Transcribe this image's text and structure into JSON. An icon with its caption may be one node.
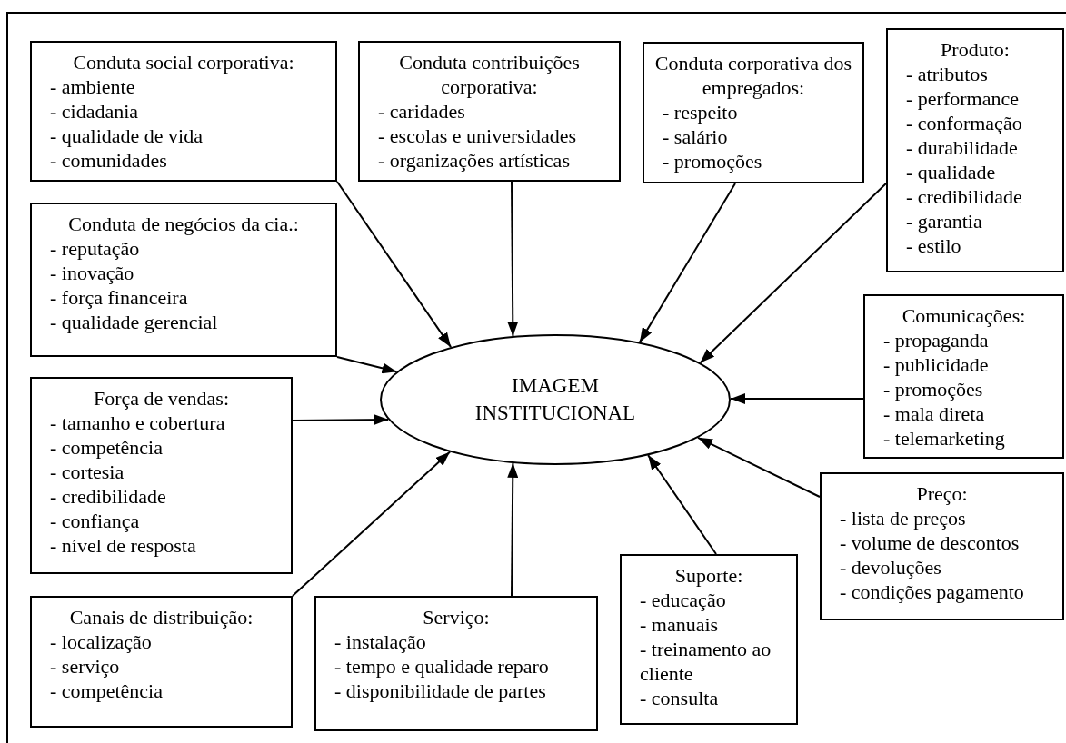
{
  "diagram": {
    "nodes": [
      {
        "text": [
          "Conduta social corporativa:",
          "- ambiente",
          "- cidadania",
          "- qualidade de vida",
          "- comunidades"
        ]
      },
      {
        "text": [
          "Conduta contribuições corporativa:",
          "- caridades",
          "- escolas e universidades",
          "- organizações artísticas"
        ]
      },
      {
        "text": [
          "Conduta corporativa dos empregados:",
          "- respeito",
          "- salário",
          "- promoções"
        ]
      },
      {
        "text": [
          "Produto:",
          "- atributos",
          "- performance",
          "- conformação",
          "- durabilidade",
          "- qualidade",
          "- credibilidade",
          "- garantia",
          "- estilo"
        ]
      },
      {
        "text": [
          "Conduta de negócios da cia.:",
          "- reputação",
          "- inovação",
          "- força financeira",
          "- qualidade gerencial"
        ]
      },
      {
        "text": [
          "IMAGEM INSTITUCIONAL"
        ]
      },
      {
        "text": [
          "Comunicações:",
          "- propaganda",
          "- publicidade",
          "- promoções",
          "- mala direta",
          "- telemarketing"
        ]
      },
      {
        "text": [
          "Força de vendas:",
          "- tamanho e cobertura",
          "- competência",
          "- cortesia",
          "- credibilidade",
          "- confiança",
          "- nível de resposta"
        ]
      },
      {
        "text": [
          "Preço:",
          "- lista de preços",
          "- volume de descontos",
          "- devoluções",
          "- condições pagamento"
        ]
      },
      {
        "text": [
          "Canais de distribuição:",
          "- localização",
          "- serviço",
          "- competência"
        ]
      },
      {
        "text": [
          "Serviço:",
          "- instalação",
          "- tempo e qualidade reparo",
          "- disponibilidade de partes"
        ]
      },
      {
        "text": [
          "Suporte:",
          "- educação",
          "- manuais",
          "- treinamento ao cliente",
          "- consulta"
        ]
      }
    ],
    "edges": [
      {
        "from": 0,
        "to": 5,
        "arrow": "to"
      },
      {
        "from": 1,
        "to": 5,
        "arrow": "to"
      },
      {
        "from": 2,
        "to": 5,
        "arrow": "to"
      },
      {
        "from": 3,
        "to": 5,
        "arrow": "to"
      },
      {
        "from": 4,
        "to": 5,
        "arrow": "to"
      },
      {
        "from": 6,
        "to": 5,
        "arrow": "to"
      },
      {
        "from": 7,
        "to": 5,
        "arrow": "to"
      },
      {
        "from": 8,
        "to": 5,
        "arrow": "to"
      },
      {
        "from": 9,
        "to": 5,
        "arrow": "to"
      },
      {
        "from": 10,
        "to": 5,
        "arrow": "to"
      },
      {
        "from": 11,
        "to": 5,
        "arrow": "to"
      }
    ]
  }
}
